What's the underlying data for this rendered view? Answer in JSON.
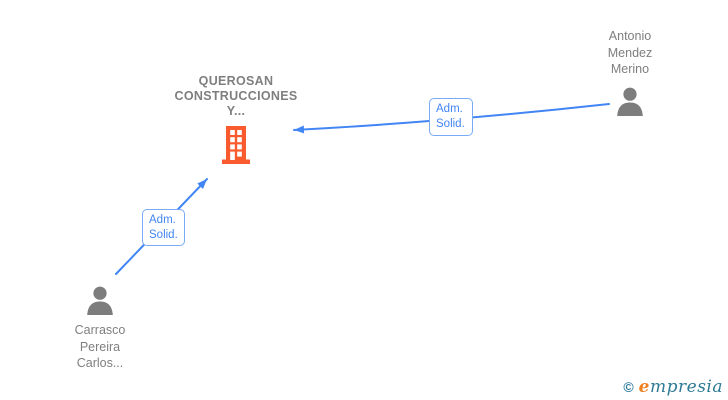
{
  "diagram": {
    "company": {
      "name_lines": [
        "QUEROSAN",
        "CONSTRUCCIONES",
        "Y..."
      ],
      "full_name": "QUEROSAN CONSTRUCCIONES Y..."
    },
    "person_top_right": {
      "name_lines": [
        "Antonio",
        "Mendez",
        "Merino"
      ],
      "full_name": "Antonio Mendez Merino"
    },
    "person_bottom_left": {
      "name_lines": [
        "Carrasco",
        "Pereira",
        "Carlos..."
      ],
      "full_name": "Carrasco Pereira Carlos..."
    },
    "edges": [
      {
        "from": "Antonio Mendez Merino",
        "to": "QUEROSAN CONSTRUCCIONES Y...",
        "label_lines": [
          "Adm.",
          "Solid."
        ]
      },
      {
        "from": "Carrasco Pereira Carlos...",
        "to": "QUEROSAN CONSTRUCCIONES Y...",
        "label_lines": [
          "Adm.",
          "Solid."
        ]
      }
    ]
  },
  "watermark": {
    "copyright_symbol": "©",
    "brand_first_letter": "e",
    "brand_rest": "mpresia"
  },
  "colors": {
    "edge_blue": "#4285f4",
    "edge_label_border": "#79abf5",
    "node_text_gray": "#7f7f7f",
    "person_icon_gray": "#7d7d7d",
    "building_orange": "#f95b2e",
    "logo_orange": "#f08121",
    "logo_teal": "#2e7a96",
    "background": "#ffffff"
  }
}
